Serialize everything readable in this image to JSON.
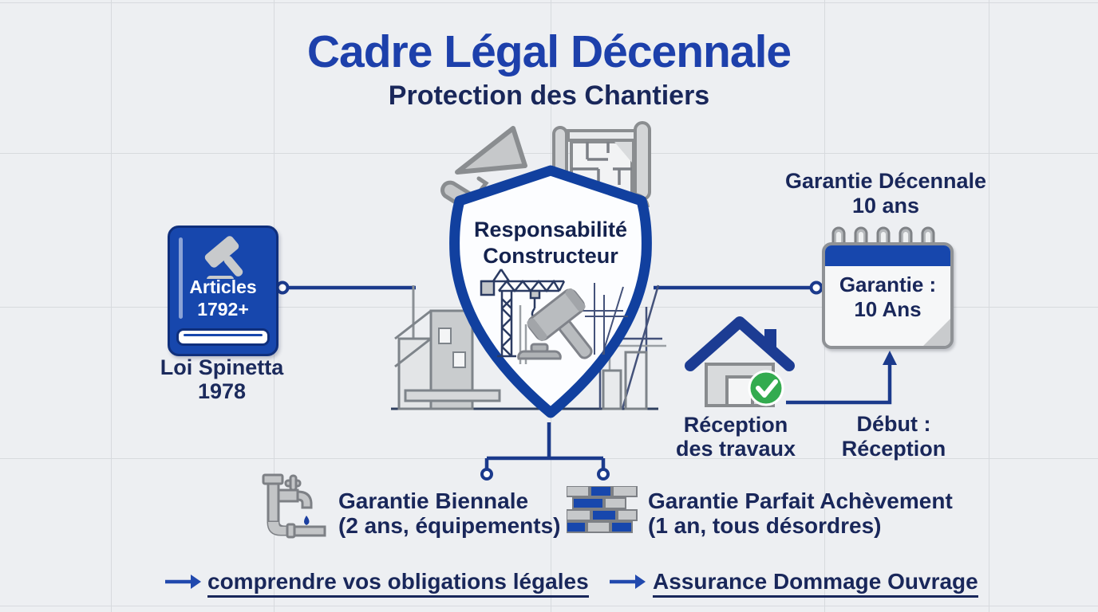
{
  "title": "Cadre Légal Décennale",
  "subtitle": "Protection des Chantiers",
  "colors": {
    "title_blue": "#1d40ab",
    "navy_text": "#19275a",
    "shield_blue": "#11409f",
    "book_blue": "#1747ad",
    "connector_blue": "#1b3a8c",
    "icon_gray": "#c3c5c7",
    "check_green": "#33ab4f",
    "background": "#edeff2"
  },
  "icons": {
    "gavel-icon": "justice gavel (gray)",
    "law-book-icon": "blue law book",
    "shield-icon": "blue outlined shield",
    "trowel-icon": "mason trowel (gray)",
    "blueprint-icon": "rolled floor plan (gray)",
    "crane-icon": "construction crane line art",
    "calendar-icon": "spiral calendar with blue header",
    "house-check-icon": "house with green check",
    "faucet-icon": "plumbing pipes with faucet and drop",
    "bricks-icon": "brick wall (blue/gray)",
    "arrow-right-icon": "blue right arrow",
    "arrow-up-icon": "navy elbow arrow up"
  },
  "law_book": {
    "cover_lines": [
      "Articles",
      "1792+"
    ],
    "caption_lines": [
      "Loi Spinetta",
      "1978"
    ]
  },
  "shield": {
    "lines": [
      "Responsabilité",
      "Constructeur"
    ]
  },
  "decennale": {
    "heading_lines": [
      "Garantie Décennale",
      "10 ans"
    ],
    "calendar_lines": [
      "Garantie :",
      "10 Ans"
    ],
    "start_label": "Début : Réception"
  },
  "reception": {
    "lines": [
      "Réception",
      "des travaux"
    ]
  },
  "bottom_items": [
    {
      "line1": "Garantie Biennale",
      "line2": "(2 ans, équipements)"
    },
    {
      "line1": "Garantie Parfait Achèvement",
      "line2": "(1 an, tous désordres)"
    }
  ],
  "links": [
    {
      "label": "comprendre vos obligations légales"
    },
    {
      "label": "Assurance Dommage Ouvrage"
    }
  ]
}
